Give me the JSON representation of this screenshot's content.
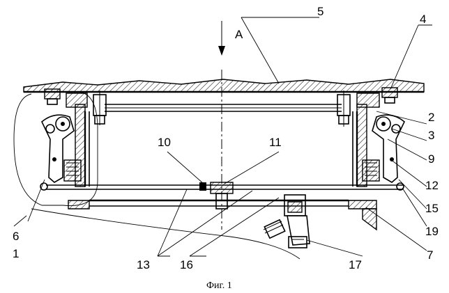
{
  "view_marker": "А",
  "figure_caption": "Фиг. 1",
  "callouts": [
    "1",
    "2",
    "3",
    "4",
    "5",
    "6",
    "7",
    "9",
    "10",
    "11",
    "12",
    "13",
    "15",
    "16",
    "17",
    "19"
  ]
}
